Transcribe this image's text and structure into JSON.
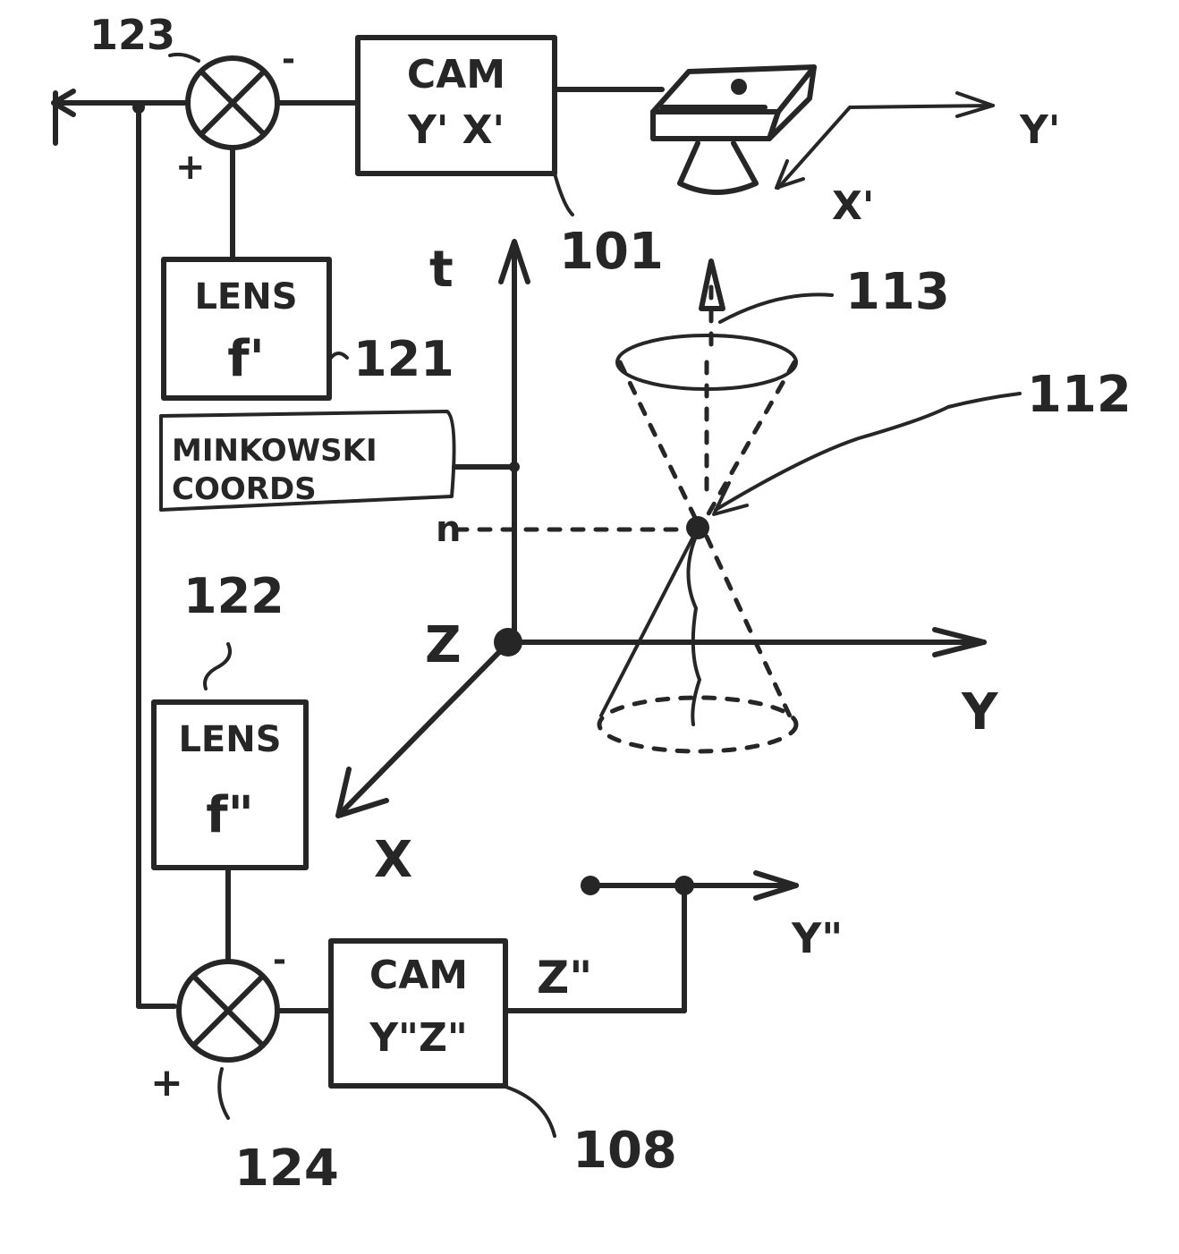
{
  "blocks": {
    "cam1": {
      "line1": "CAM",
      "line2": "Y' X'",
      "ref": "101"
    },
    "cam2": {
      "line1": "CAM",
      "line2": "Y\"Z\"",
      "ref": "108"
    },
    "lens1": {
      "line1": "LENS",
      "line2": "f'",
      "ref": "121"
    },
    "lens2": {
      "line1": "LENS",
      "line2": "f\"",
      "ref": "122"
    },
    "minkowski": {
      "line1": "MINKOWSKI",
      "line2": "COORDS"
    }
  },
  "junctions": {
    "top": {
      "ref": "123",
      "minus": "-",
      "plus": "+"
    },
    "bottom": {
      "ref": "124",
      "minus": "-",
      "plus": "+"
    }
  },
  "axes": {
    "t": "t",
    "y": "Y",
    "x": "X",
    "z": "Z",
    "n": "n"
  },
  "camera_axes": {
    "y_prime": "Y'",
    "x_prime": "X'",
    "y_double": "Y\"",
    "z_double": "Z\""
  },
  "cone_refs": {
    "event": "112",
    "cone": "113"
  }
}
